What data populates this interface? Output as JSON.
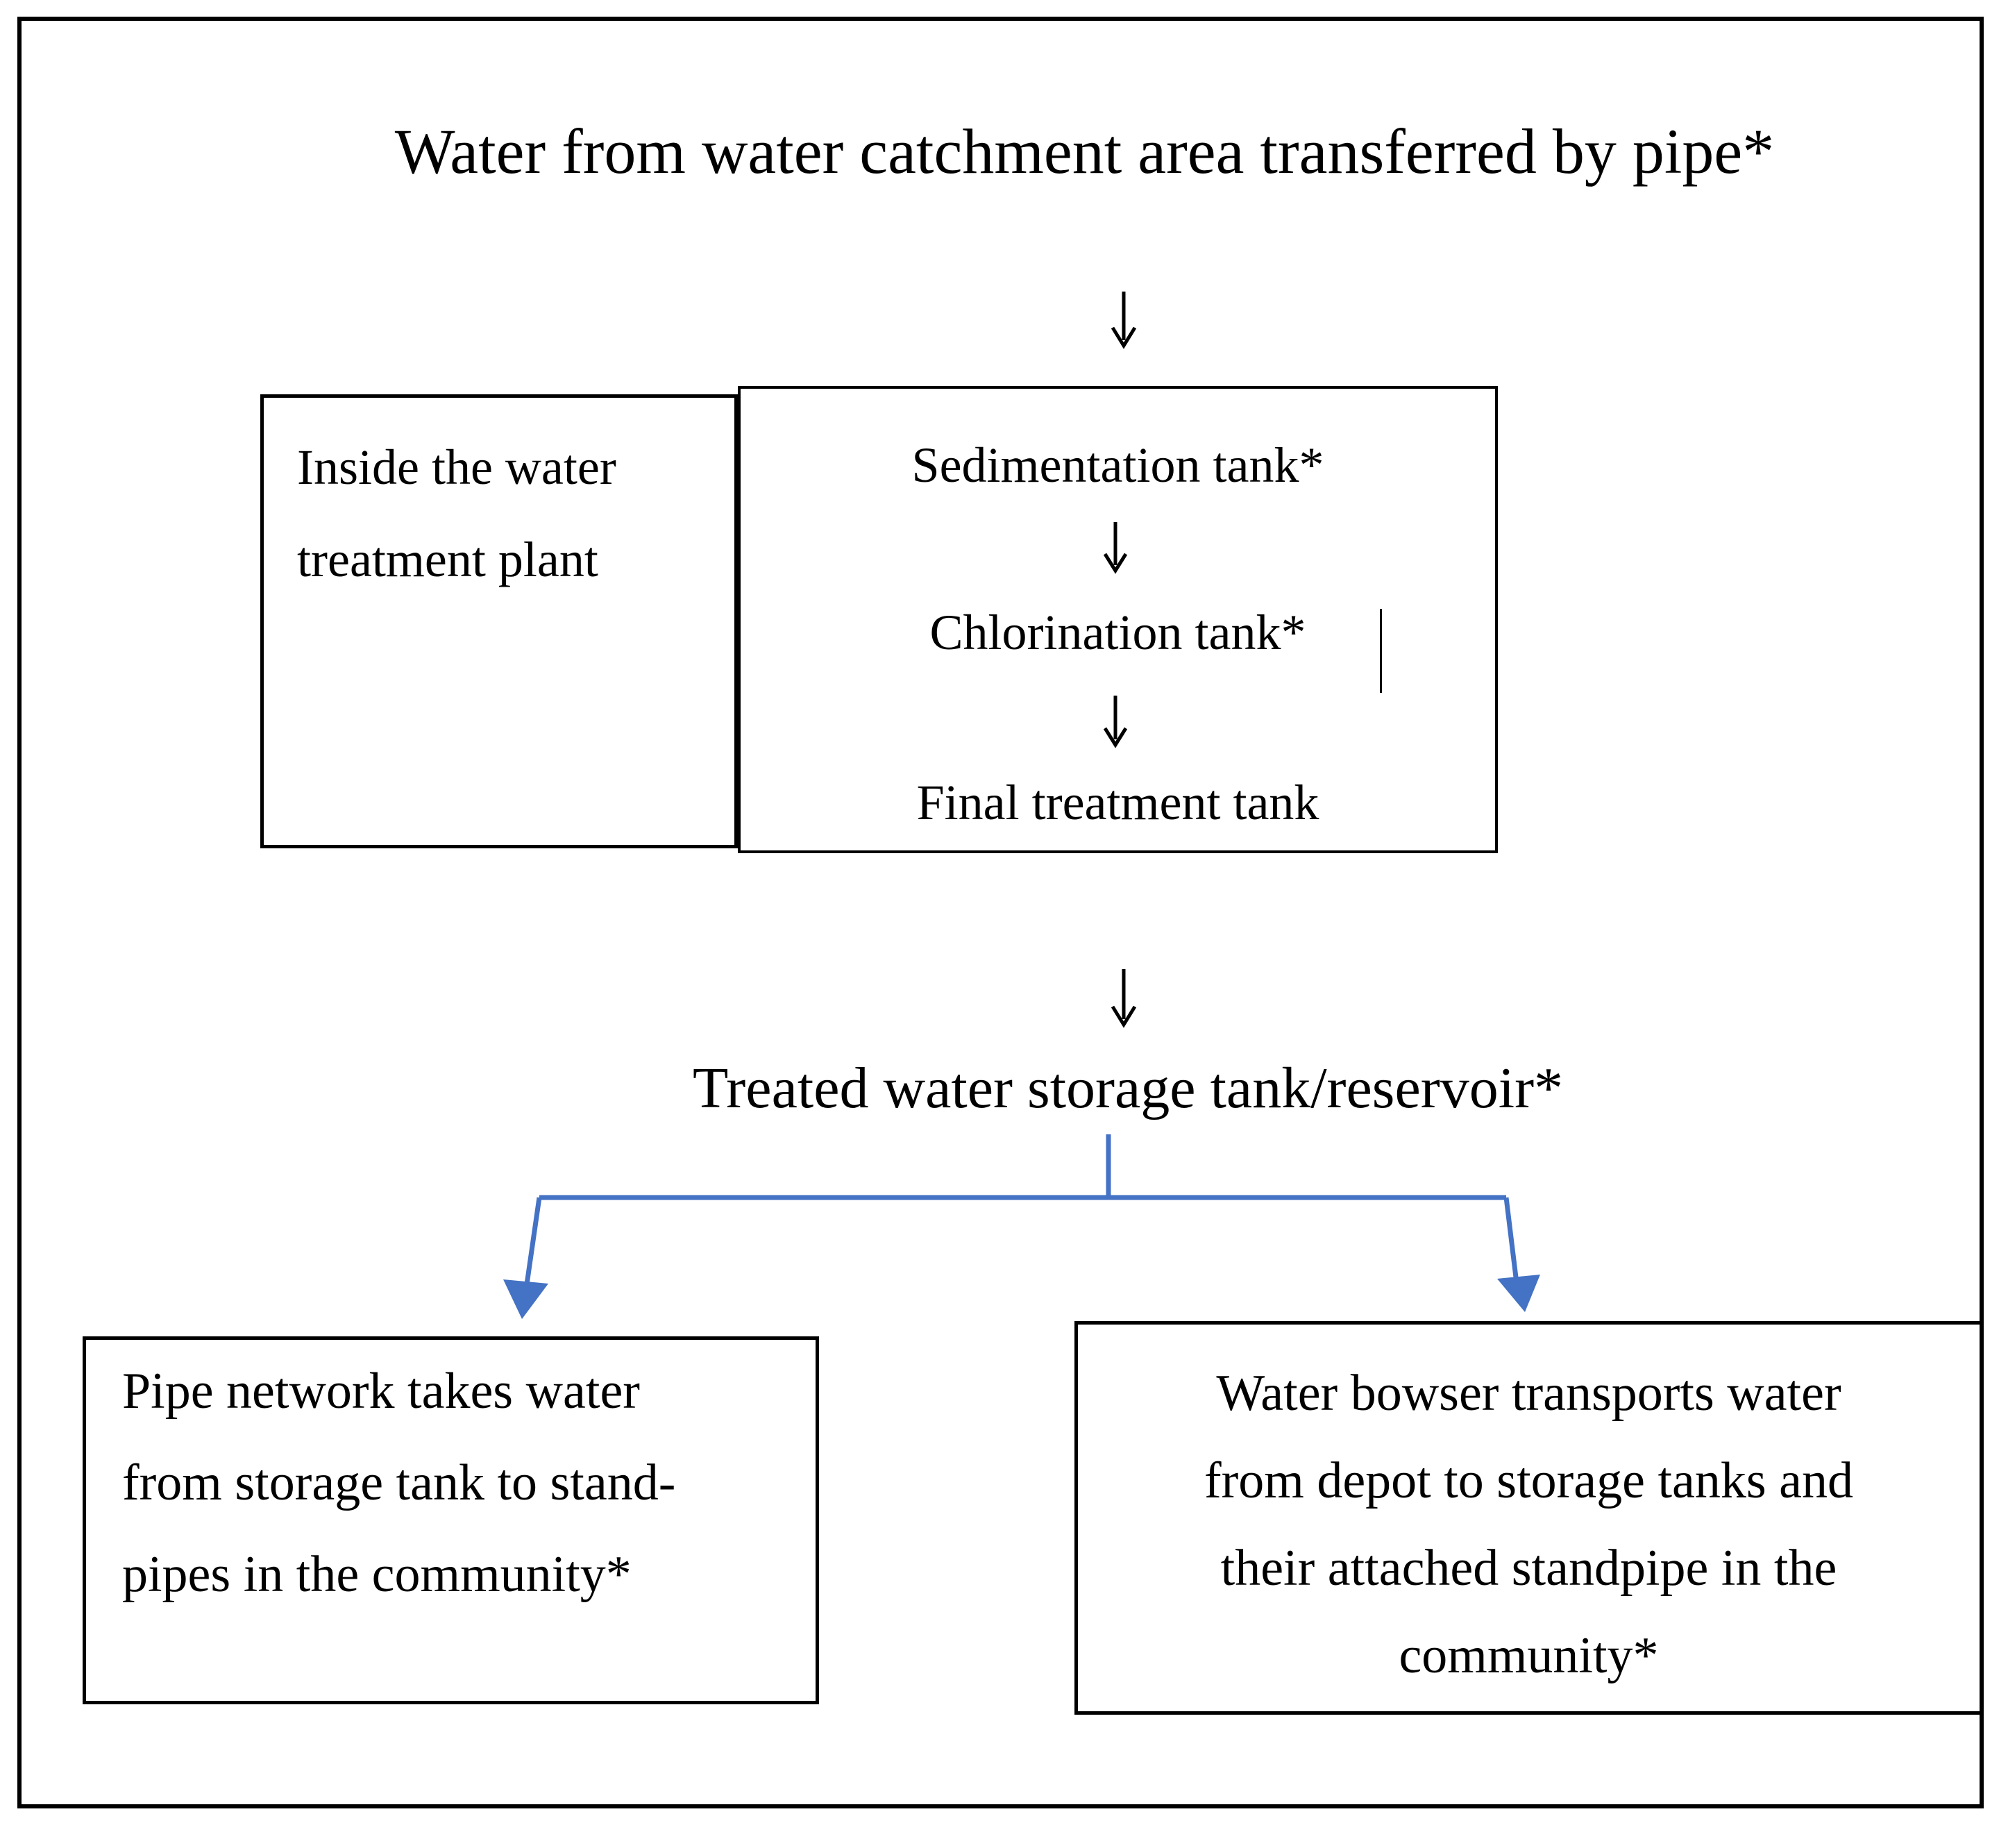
{
  "colors": {
    "accent_blue": "#4472C4",
    "line_black": "#000000",
    "background": "#FFFFFF"
  },
  "title": {
    "text": "Water from water catchment area transferred by pipe*"
  },
  "plant": {
    "label_box": {
      "lines": [
        "Inside the water",
        "treatment plant"
      ]
    },
    "process_box": {
      "steps": [
        "Sedimentation tank*",
        "Chlorination tank*",
        "Final treatment tank"
      ]
    }
  },
  "storage": {
    "label": "Treated water storage tank/reservoir*"
  },
  "distribution": {
    "pipe_box": {
      "lines": [
        "Pipe network takes water",
        "from storage tank to stand-",
        "pipes in the community*"
      ]
    },
    "bowser_box": {
      "lines": [
        "Water bowser transports water",
        "from depot to storage tanks and",
        "their attached standpipe in the",
        "community*"
      ]
    }
  },
  "icons": {
    "down_arrow": "↓",
    "branch_arrowhead": "▼"
  }
}
